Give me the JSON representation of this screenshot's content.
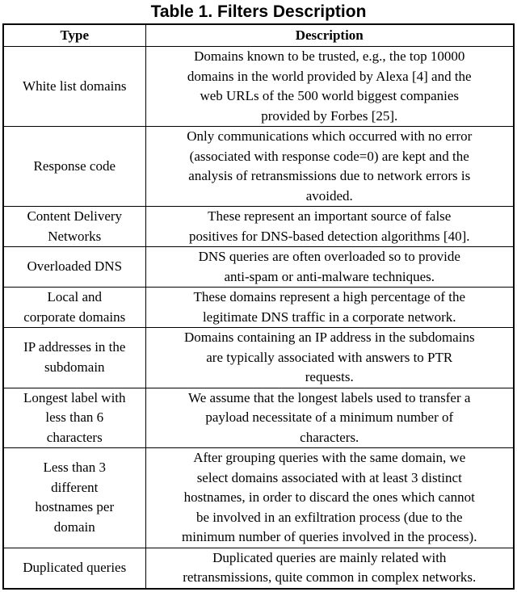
{
  "title": "Table 1. Filters Description",
  "colors": {
    "background": "#ffffff",
    "text": "#000000",
    "border": "#000000"
  },
  "table": {
    "headers": {
      "type": "Type",
      "description": "Description"
    },
    "rows": [
      {
        "type": "White list domains",
        "description": "Domains known to be trusted, e.g., the top 10000\ndomains in the world provided by Alexa [4] and the\nweb URLs of the 500 world biggest companies\nprovided by Forbes [25]."
      },
      {
        "type": "Response code",
        "description": "Only communications which occurred with no error\n(associated with response code=0) are kept and the\nanalysis of retransmissions due to network errors is\navoided."
      },
      {
        "type": "Content Delivery\nNetworks",
        "description": "These represent an important source of false\npositives for DNS-based detection algorithms [40]."
      },
      {
        "type": "Overloaded DNS",
        "description": "DNS queries are often overloaded so to provide\nanti-spam or anti-malware techniques."
      },
      {
        "type": "Local and\ncorporate domains",
        "description": "These domains represent a high percentage of the\nlegitimate DNS traffic in a corporate network."
      },
      {
        "type": "IP addresses in the\nsubdomain",
        "description": "Domains containing an IP address in the subdomains\nare typically associated with answers to PTR\nrequests."
      },
      {
        "type": "Longest label with\nless than 6\ncharacters",
        "description": "We assume that the longest labels used to transfer a\npayload necessitate of a minimum number of\ncharacters."
      },
      {
        "type": "Less than 3\ndifferent\nhostnames per\ndomain",
        "description": "After grouping queries with the same domain, we\nselect domains associated with at least 3 distinct\nhostnames, in order to discard the ones which cannot\nbe involved in an exfiltration process (due to the\nminimum number of queries involved in the process)."
      },
      {
        "type": "Duplicated queries",
        "description": "Duplicated queries are mainly related with\nretransmissions, quite common in complex networks."
      }
    ]
  }
}
